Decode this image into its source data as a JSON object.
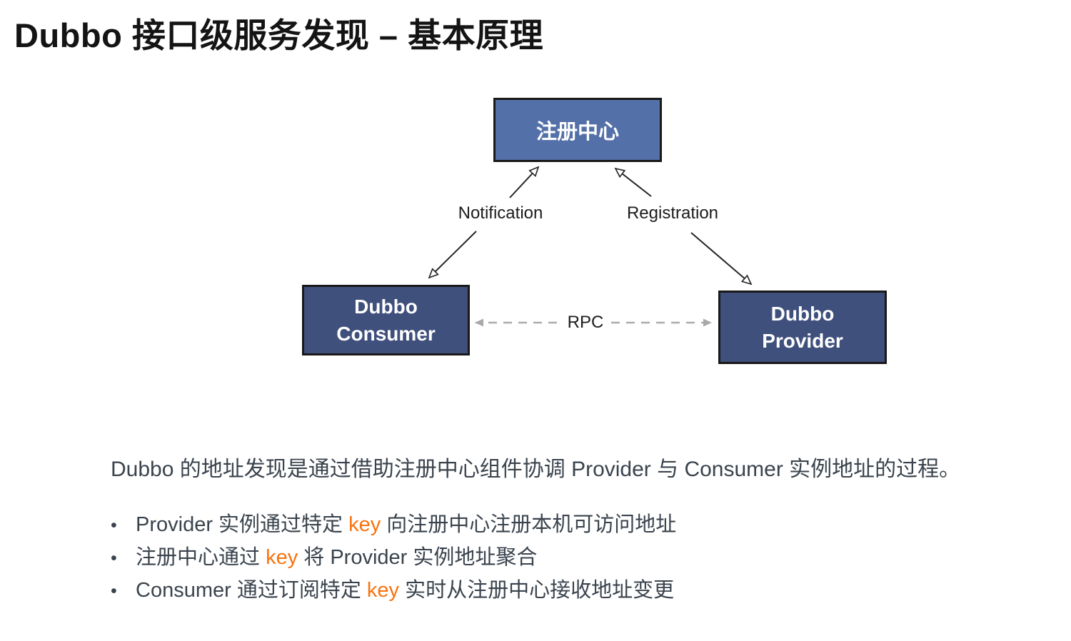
{
  "page": {
    "title": "Dubbo 接口级服务发现 – 基本原理"
  },
  "diagram": {
    "nodes": {
      "registry": {
        "label": "注册中心"
      },
      "consumer": {
        "line1": "Dubbo",
        "line2": "Consumer"
      },
      "provider": {
        "line1": "Dubbo",
        "line2": "Provider"
      }
    },
    "edges": {
      "notification": {
        "label": "Notification",
        "direction": "bidirectional consumer↔registry"
      },
      "registration": {
        "label": "Registration",
        "direction": "bidirectional provider↔registry"
      },
      "rpc": {
        "label": "RPC",
        "direction": "bidirectional consumer↔provider",
        "style": "dashed-gray"
      }
    }
  },
  "content": {
    "intro": "Dubbo 的地址发现是通过借助注册中心组件协调 Provider 与 Consumer 实例地址的过程。",
    "bullet_char": "•",
    "bullets": [
      {
        "pre": "Provider 实例通过特定 ",
        "key": "key",
        "post": " 向注册中心注册本机可访问地址"
      },
      {
        "pre": "注册中心通过 ",
        "key": "key",
        "post": " 将 Provider 实例地址聚合"
      },
      {
        "pre": "Consumer 通过订阅特定 ",
        "key": "key",
        "post": " 实时从注册中心接收地址变更"
      }
    ]
  },
  "colors": {
    "registry_fill": "#5470A8",
    "node_fill": "#40507D",
    "node_text": "#FFFFFF",
    "key_highlight": "#F9730D",
    "body_text": "#3A434D",
    "title_text": "#141414",
    "arrow_black": "#262626",
    "arrow_gray": "#ABABAB",
    "label_text": "#1C1C1C"
  }
}
